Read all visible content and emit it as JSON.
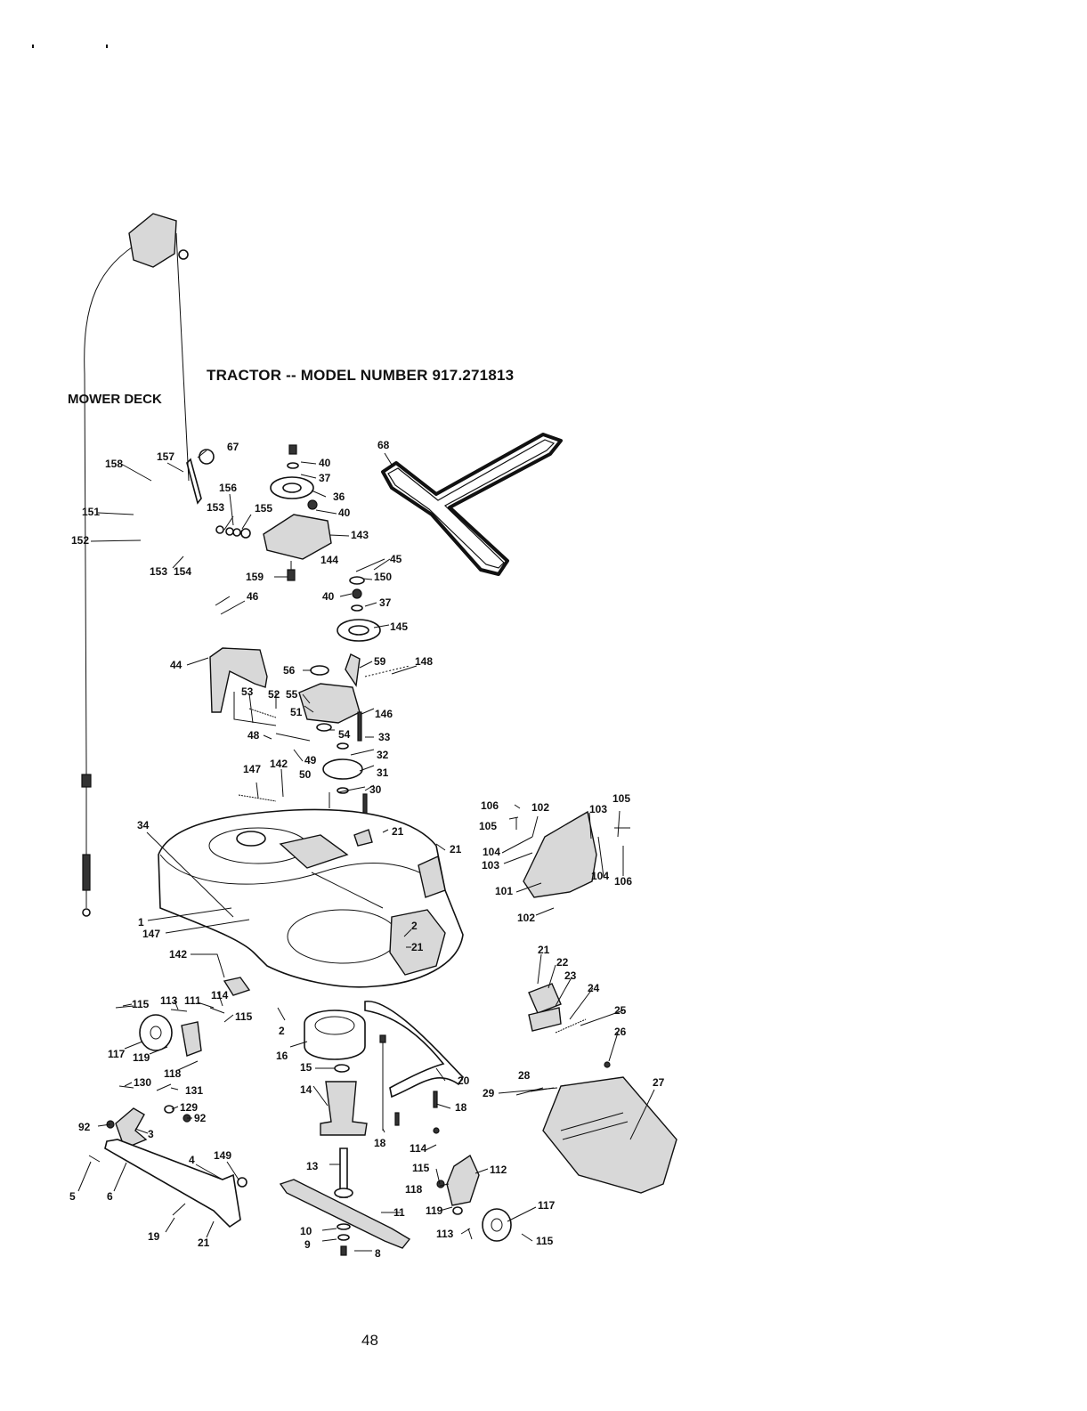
{
  "header": {
    "title": "TRACTOR -- MODEL NUMBER 917.271813",
    "section": "MOWER DECK"
  },
  "footer": {
    "page_number": "48"
  },
  "callouts": [
    {
      "id": "c158",
      "label": "158"
    },
    {
      "id": "c157",
      "label": "157"
    },
    {
      "id": "c67",
      "label": "67"
    },
    {
      "id": "c156",
      "label": "156"
    },
    {
      "id": "c153a",
      "label": "153"
    },
    {
      "id": "c155",
      "label": "155"
    },
    {
      "id": "c151",
      "label": "151"
    },
    {
      "id": "c152",
      "label": "152"
    },
    {
      "id": "c153b",
      "label": "153"
    },
    {
      "id": "c154",
      "label": "154"
    },
    {
      "id": "c40a",
      "label": "40"
    },
    {
      "id": "c37a",
      "label": "37"
    },
    {
      "id": "c36",
      "label": "36"
    },
    {
      "id": "c40b",
      "label": "40"
    },
    {
      "id": "c143",
      "label": "143"
    },
    {
      "id": "c144",
      "label": "144"
    },
    {
      "id": "c159",
      "label": "159"
    },
    {
      "id": "c68",
      "label": "68"
    },
    {
      "id": "c45",
      "label": "45"
    },
    {
      "id": "c150",
      "label": "150"
    },
    {
      "id": "c40c",
      "label": "40"
    },
    {
      "id": "c37b",
      "label": "37"
    },
    {
      "id": "c145",
      "label": "145"
    },
    {
      "id": "c46",
      "label": "46"
    },
    {
      "id": "c44",
      "label": "44"
    },
    {
      "id": "c56",
      "label": "56"
    },
    {
      "id": "c59",
      "label": "59"
    },
    {
      "id": "c148",
      "label": "148"
    },
    {
      "id": "c53",
      "label": "53"
    },
    {
      "id": "c52",
      "label": "52"
    },
    {
      "id": "c55",
      "label": "55"
    },
    {
      "id": "c51",
      "label": "51"
    },
    {
      "id": "c146",
      "label": "146"
    },
    {
      "id": "c48",
      "label": "48"
    },
    {
      "id": "c54",
      "label": "54"
    },
    {
      "id": "c33",
      "label": "33"
    },
    {
      "id": "c32",
      "label": "32"
    },
    {
      "id": "c49",
      "label": "49"
    },
    {
      "id": "c142a",
      "label": "142"
    },
    {
      "id": "c147a",
      "label": "147"
    },
    {
      "id": "c50",
      "label": "50"
    },
    {
      "id": "c31",
      "label": "31"
    },
    {
      "id": "c30",
      "label": "30"
    },
    {
      "id": "c34",
      "label": "34"
    },
    {
      "id": "c21a",
      "label": "21"
    },
    {
      "id": "c21b",
      "label": "21"
    },
    {
      "id": "c106a",
      "label": "106"
    },
    {
      "id": "c102a",
      "label": "102"
    },
    {
      "id": "c103a",
      "label": "103"
    },
    {
      "id": "c105a",
      "label": "105"
    },
    {
      "id": "c105b",
      "label": "105"
    },
    {
      "id": "c104a",
      "label": "104"
    },
    {
      "id": "c103b",
      "label": "103"
    },
    {
      "id": "c104b",
      "label": "104"
    },
    {
      "id": "c106b",
      "label": "106"
    },
    {
      "id": "c101",
      "label": "101"
    },
    {
      "id": "c102b",
      "label": "102"
    },
    {
      "id": "c1",
      "label": "1"
    },
    {
      "id": "c147b",
      "label": "147"
    },
    {
      "id": "c2a",
      "label": "2"
    },
    {
      "id": "c21c",
      "label": "21"
    },
    {
      "id": "c142b",
      "label": "142"
    },
    {
      "id": "c21d",
      "label": "21"
    },
    {
      "id": "c22",
      "label": "22"
    },
    {
      "id": "c23",
      "label": "23"
    },
    {
      "id": "c24",
      "label": "24"
    },
    {
      "id": "c25",
      "label": "25"
    },
    {
      "id": "c26",
      "label": "26"
    },
    {
      "id": "c115a",
      "label": "115"
    },
    {
      "id": "c113a",
      "label": "113"
    },
    {
      "id": "c111",
      "label": "111"
    },
    {
      "id": "c114a",
      "label": "114"
    },
    {
      "id": "c115b",
      "label": "115"
    },
    {
      "id": "c117a",
      "label": "117"
    },
    {
      "id": "c119a",
      "label": "119"
    },
    {
      "id": "c118a",
      "label": "118"
    },
    {
      "id": "c2b",
      "label": "2"
    },
    {
      "id": "c16",
      "label": "16"
    },
    {
      "id": "c130",
      "label": "130"
    },
    {
      "id": "c131",
      "label": "131"
    },
    {
      "id": "c129",
      "label": "129"
    },
    {
      "id": "c92a",
      "label": "92"
    },
    {
      "id": "c92b",
      "label": "92"
    },
    {
      "id": "c3",
      "label": "3"
    },
    {
      "id": "c15",
      "label": "15"
    },
    {
      "id": "c14",
      "label": "14"
    },
    {
      "id": "c20",
      "label": "20"
    },
    {
      "id": "c18a",
      "label": "18"
    },
    {
      "id": "c18b",
      "label": "18"
    },
    {
      "id": "c114b",
      "label": "114"
    },
    {
      "id": "c28",
      "label": "28"
    },
    {
      "id": "c29",
      "label": "29"
    },
    {
      "id": "c27",
      "label": "27"
    },
    {
      "id": "c4",
      "label": "4"
    },
    {
      "id": "c149",
      "label": "149"
    },
    {
      "id": "c5",
      "label": "5"
    },
    {
      "id": "c6",
      "label": "6"
    },
    {
      "id": "c13",
      "label": "13"
    },
    {
      "id": "c115c",
      "label": "115"
    },
    {
      "id": "c112",
      "label": "112"
    },
    {
      "id": "c118b",
      "label": "118"
    },
    {
      "id": "c11",
      "label": "11"
    },
    {
      "id": "c119b",
      "label": "119"
    },
    {
      "id": "c117b",
      "label": "117"
    },
    {
      "id": "c19",
      "label": "19"
    },
    {
      "id": "c21e",
      "label": "21"
    },
    {
      "id": "c10",
      "label": "10"
    },
    {
      "id": "c9",
      "label": "9"
    },
    {
      "id": "c8",
      "label": "8"
    },
    {
      "id": "c113b",
      "label": "113"
    },
    {
      "id": "c115d",
      "label": "115"
    }
  ]
}
